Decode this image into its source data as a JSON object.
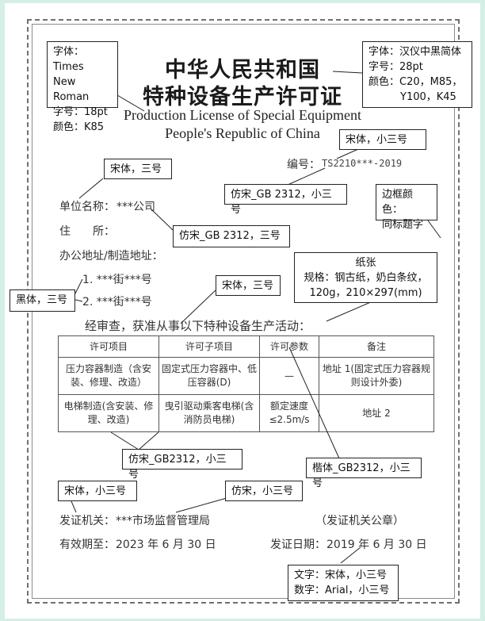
{
  "certificate": {
    "title_line1": "中华人民共和国",
    "title_line2": "特种设备生产许可证",
    "title_en_line1": "Production License of Special Equipment",
    "title_en_line2": "People's Republic of China",
    "number_label": "编号：",
    "number_value": "TS2210***-2019",
    "unit_label": "单位名称：",
    "unit_value": "***公司",
    "address_label": "住　　所：",
    "office_label": "办公地址/制造地址：",
    "address_1": "1. ***街***号",
    "address_2": "2. ***街***号",
    "approval_text": "经审查，获准从事以下特种设备生产活动：",
    "issuer_label": "发证机关：",
    "issuer_value": "***市场监督管理局",
    "seal_text": "（发证机关公章）",
    "valid_label": "有效期至：",
    "valid_value": "2023 年 6 月 30 日",
    "issue_label": "发证日期：",
    "issue_value": "2019 年 6 月 30 日"
  },
  "table": {
    "headers": [
      "许可项目",
      "许可子项目",
      "许可参数",
      "备注"
    ],
    "rows": [
      [
        "压力容器制造（含安装、修理、改造）",
        "固定式压力容器中、低压容器(D)",
        "—",
        "地址 1(固定式压力容器规则设计外委)"
      ],
      [
        "电梯制造(含安装、修理、改造)",
        "曳引驱动乘客电梯(含消防员电梯)",
        "额定速度≤2.5m/s",
        "地址 2"
      ]
    ]
  },
  "callouts": {
    "en_font": [
      "字体：Times",
      "New Roman",
      "字号：18pt",
      "颜色：K85"
    ],
    "cn_title_font": [
      "字体：汉仪中黑简体",
      "字号：28pt",
      "颜色：C20，M85，",
      "Y100，K45"
    ],
    "number_font": "宋体，小三号",
    "unit_font": "宋体，三号",
    "number_value_font": "仿宋_GB 2312，小三号",
    "border_color": [
      "边框颜色：",
      "同标题字"
    ],
    "address_font": "仿宋_GB 2312，三号",
    "paper": [
      "纸张",
      "规格：钢古纸，奶白条纹，",
      "120g，210×297(mm)"
    ],
    "list_font": "黑体，三号",
    "approval_font": "宋体，三号",
    "table_font": "仿宋_GB2312，小三号",
    "param_font": "楷体_GB2312，小三号",
    "issuer_label_font": "宋体，小三号",
    "issuer_value_font": "仿宋，小三号",
    "date_font": [
      "文字：宋体，小三号",
      "数字：Arial，小三号"
    ]
  }
}
